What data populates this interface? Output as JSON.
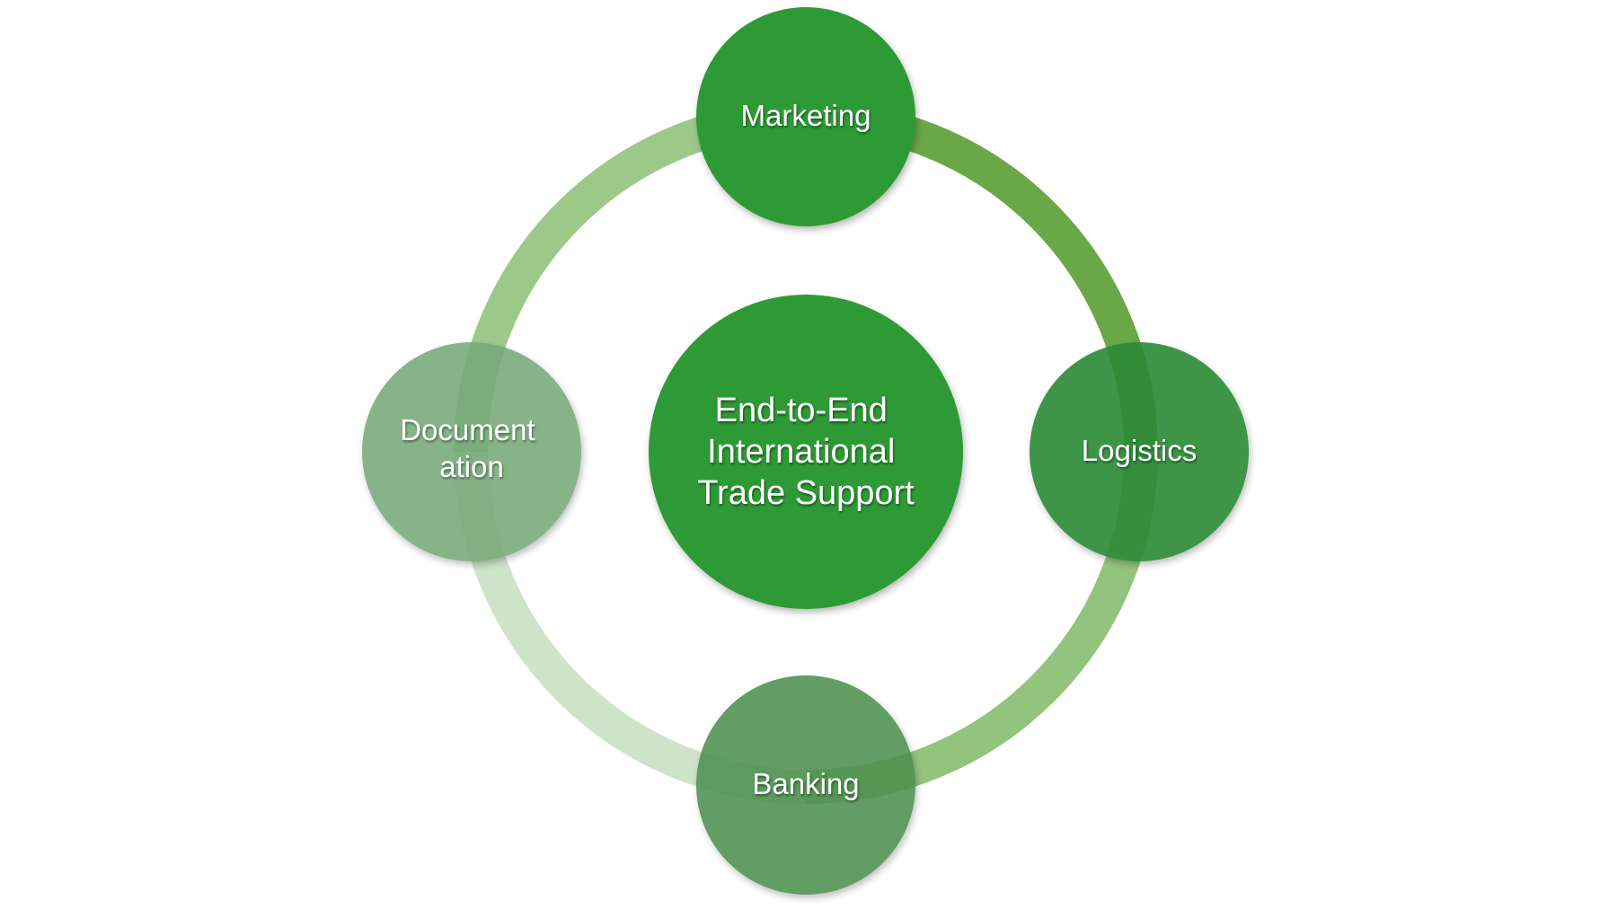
{
  "diagram": {
    "center": {
      "lines": [
        "End-to-End",
        "International",
        "Trade Support"
      ],
      "color": "#2e9a35"
    },
    "nodes": {
      "marketing": {
        "lines": [
          "Marketing"
        ],
        "color": "#2e9a35"
      },
      "logistics": {
        "lines": [
          "Logistics"
        ],
        "color": "#2c8a34"
      },
      "banking": {
        "lines": [
          "Banking"
        ],
        "color": "#4e904f"
      },
      "documentation": {
        "lines": [
          "Document",
          "ation"
        ],
        "color": "#77a979"
      }
    },
    "ring_colors": {
      "top_right": "#6aa847",
      "bottom_right": "#93c47d",
      "bottom_left": "#cfe3c9",
      "top_left": "#9cc98a"
    }
  }
}
